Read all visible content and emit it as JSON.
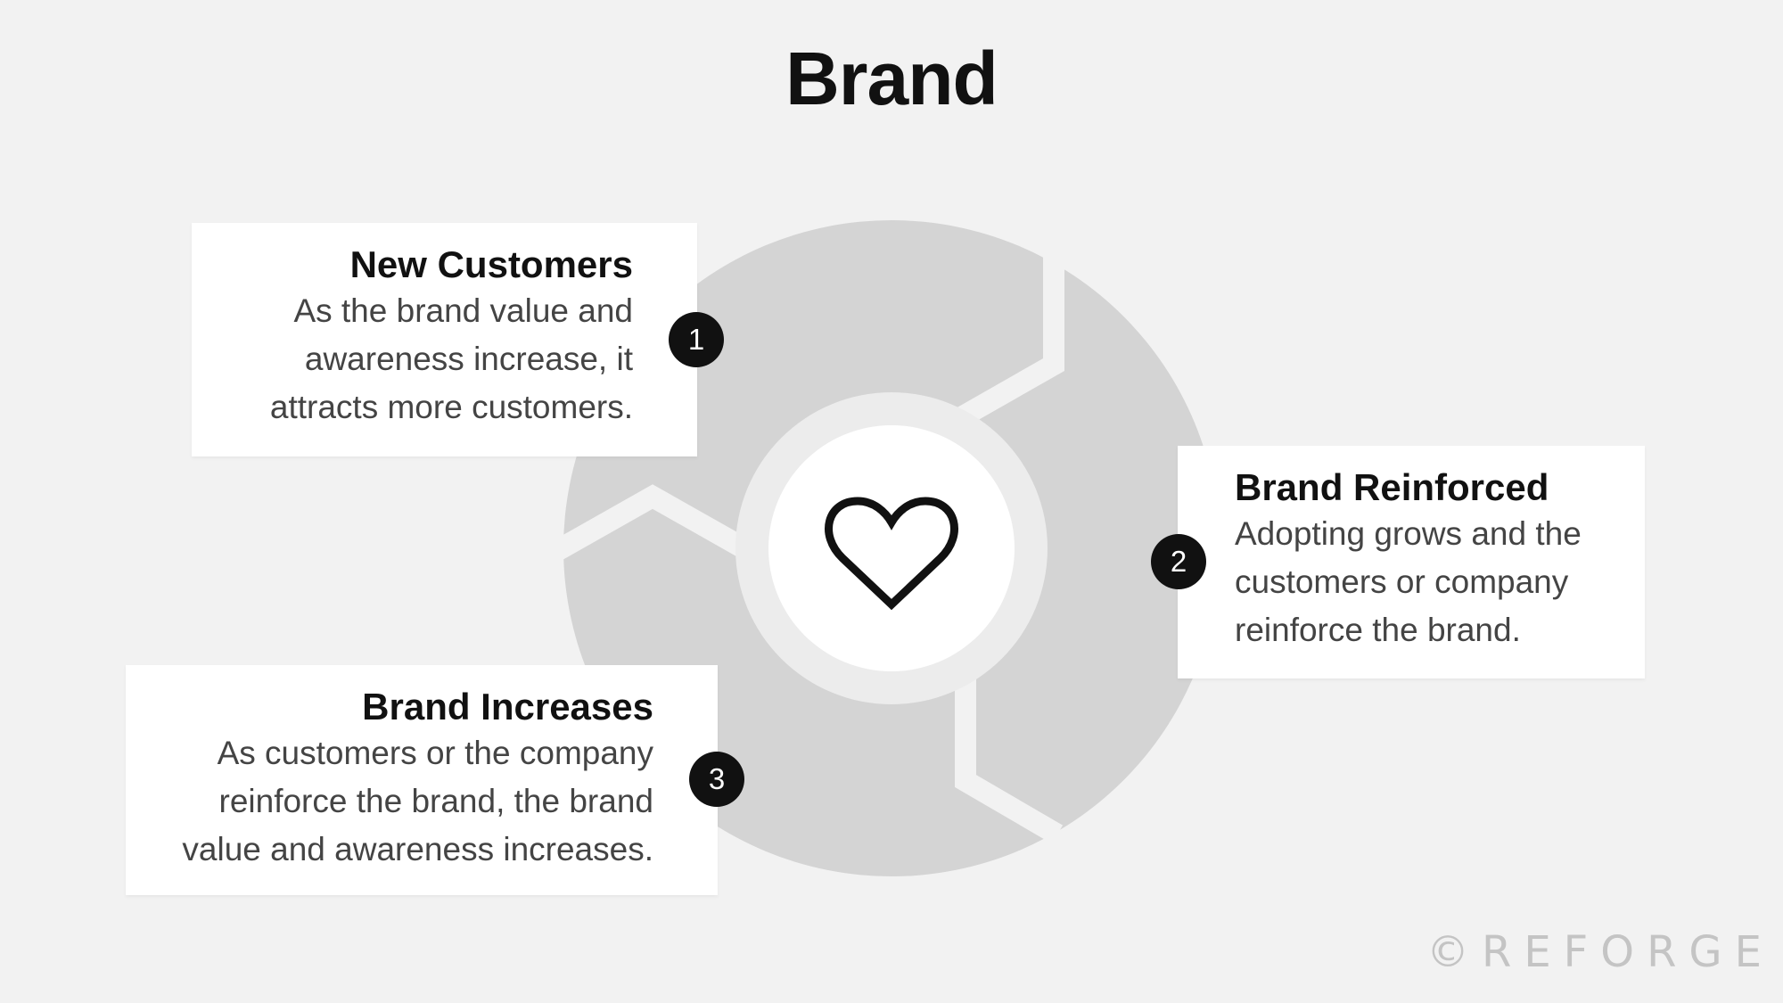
{
  "title": "Brand",
  "steps": [
    {
      "number": "1",
      "title": "New Customers",
      "lines": [
        "As the brand value and",
        "awareness increase, it",
        "attracts more customers."
      ]
    },
    {
      "number": "2",
      "title": "Brand Reinforced",
      "lines": [
        "Adopting grows and the",
        "customers or company",
        "reinforce the brand."
      ]
    },
    {
      "number": "3",
      "title": "Brand Increases",
      "lines": [
        "As customers or the company",
        "reinforce the brand, the brand",
        "value and awareness increases."
      ]
    }
  ],
  "center_icon": "heart-icon",
  "colors": {
    "background": "#f2f2f2",
    "ring": "#d4d4d4",
    "accent": "#111111",
    "text_secondary": "#444444",
    "watermark": "#c4c4c4"
  },
  "watermark": "©REFORGE"
}
